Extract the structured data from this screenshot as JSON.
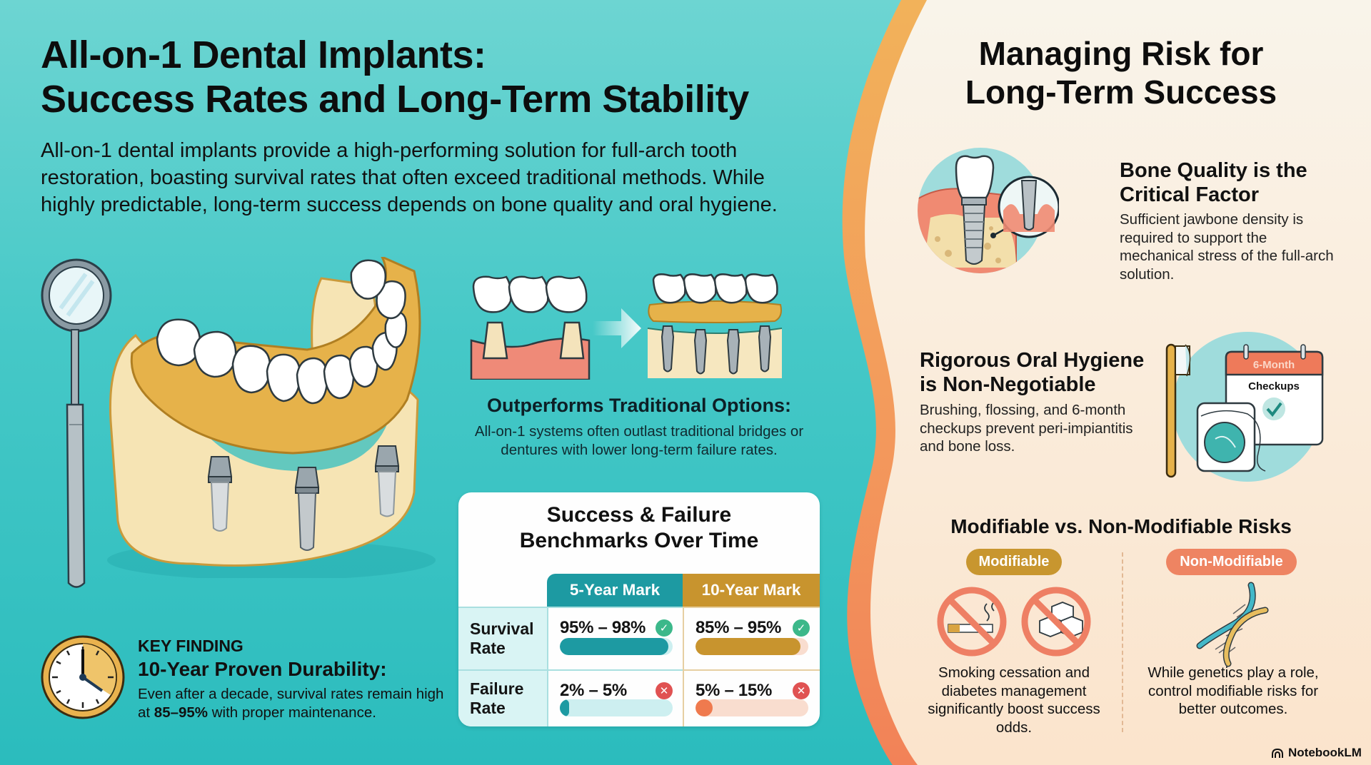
{
  "left": {
    "title_lines": [
      "All-on-1 Dental Implants:",
      "Success Rates and Long-Term Stability"
    ],
    "intro": "All-on-1 dental implants provide a high-performing solution for full-arch tooth restoration, boasting survival rates that often exceed traditional methods. While highly predictable, long-term success depends on bone quality and oral hygiene.",
    "comparison": {
      "title": "Outperforms Traditional Options:",
      "body": "All-on-1 systems often outlast traditional bridges or dentures with lower long-term failure rates."
    },
    "key_finding": {
      "label": "KEY FINDING",
      "title": "10-Year Proven Durability:",
      "body_pre": "Even after a decade, survival rates remain high at ",
      "body_bold": "85–95%",
      "body_post": " with proper maintenance."
    }
  },
  "benchmarks": {
    "title_lines": [
      "Success & Failure",
      "Benchmarks Over Time"
    ],
    "columns": [
      "5-Year Mark",
      "10-Year Mark"
    ],
    "rows": [
      {
        "label_lines": [
          "Survival",
          "Rate"
        ],
        "cells": [
          {
            "value": "95% – 98%",
            "status": "check",
            "fill": 0.96
          },
          {
            "value": "85% – 95%",
            "status": "check",
            "fill": 0.93
          }
        ]
      },
      {
        "label_lines": [
          "Failure",
          "Rate"
        ],
        "cells": [
          {
            "value": "2% – 5%",
            "status": "cross",
            "fill": 0.05
          },
          {
            "value": "5% – 15%",
            "status": "cross",
            "fill": 0.15
          }
        ]
      }
    ],
    "colors": {
      "five_year": "#1d9aa2",
      "ten_year": "#c8942e",
      "five_year_track": "#cdeff0",
      "ten_year_track": "#f9ddcf",
      "ten_year_fail": "#ef7a4e",
      "check": "#3cb88a",
      "cross": "#e05252"
    }
  },
  "right": {
    "title_lines": [
      "Managing Risk for",
      "Long-Term Success"
    ],
    "bone": {
      "title_lines": [
        "Bone Quality is the",
        "Critical Factor"
      ],
      "body": "Sufficient jawbone density is required to support the mechanical stress of the full-arch solution."
    },
    "hygiene": {
      "title_lines": [
        "Rigorous Oral Hygiene",
        "is Non-Negotiable"
      ],
      "body": "Brushing, flossing, and 6-month checkups prevent peri-impiantitis and bone loss.",
      "calendar_header": "6-Month",
      "calendar_label": "Checkups"
    },
    "risks": {
      "title": "Modifiable vs. Non-Modifiable Risks",
      "modifiable_label": "Modifiable",
      "non_modifiable_label": "Non-Modifiable",
      "modifiable_body": "Smoking cessation and diabetes management significantly boost success odds.",
      "non_modifiable_body": "While genetics play a role, control modifiable risks for better outcomes."
    }
  },
  "brand": "NotebookLM",
  "icons": {
    "check": "✓",
    "cross": "✕"
  }
}
